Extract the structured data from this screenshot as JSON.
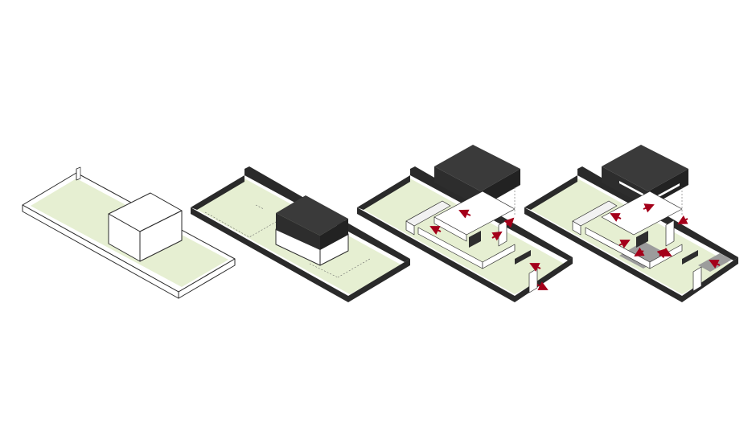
{
  "colors": {
    "site_green": "#e6efd2",
    "dark_mass": "#333333",
    "dark_wall": "#2a2a2a",
    "white_volume": "#ffffff",
    "wall_side": "#e9e9e9",
    "shadow_floor": "#9c9c9c",
    "arrow_red": "#a4001a"
  },
  "stages": [
    {
      "site_style": "outline",
      "volume": "white-box"
    },
    {
      "site_style": "dark-walls",
      "volume": "white-base-dark-roof"
    },
    {
      "site_style": "dark-walls",
      "volume": "lifted-roof-open-plan",
      "arrows": 6
    },
    {
      "site_style": "dark-walls",
      "volume": "lifted-roof-with-slot-open-plan",
      "arrows": 8
    }
  ]
}
